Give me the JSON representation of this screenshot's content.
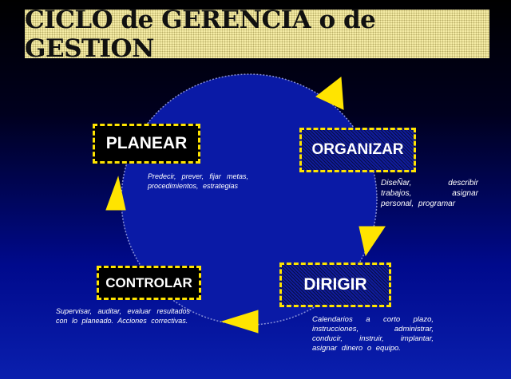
{
  "title": "CICLO de GERENCIA o de GESTION",
  "colors": {
    "circle_fill": "#0a1aa6",
    "circle_stroke": "#8890d8",
    "arrow": "#ffe400",
    "banner": "#f7eea8"
  },
  "stages": {
    "planear": {
      "label": "PLANEAR",
      "description": "Predecir, prever, fijar metas, procedimientos, estrategias"
    },
    "organizar": {
      "label": "ORGANIZAR",
      "description": "DiseÑar, describir trabajos, asignar personal, programar"
    },
    "dirigir": {
      "label": "DIRIGIR",
      "description": "Calendarios a corto plazo, instrucciones, administrar, conducir, instruir, implantar, asignar dinero o equipo."
    },
    "controlar": {
      "label": "CONTROLAR",
      "description": "Supervisar, auditar, evaluar resultados con lo planeado. Acciones correctivas."
    }
  }
}
